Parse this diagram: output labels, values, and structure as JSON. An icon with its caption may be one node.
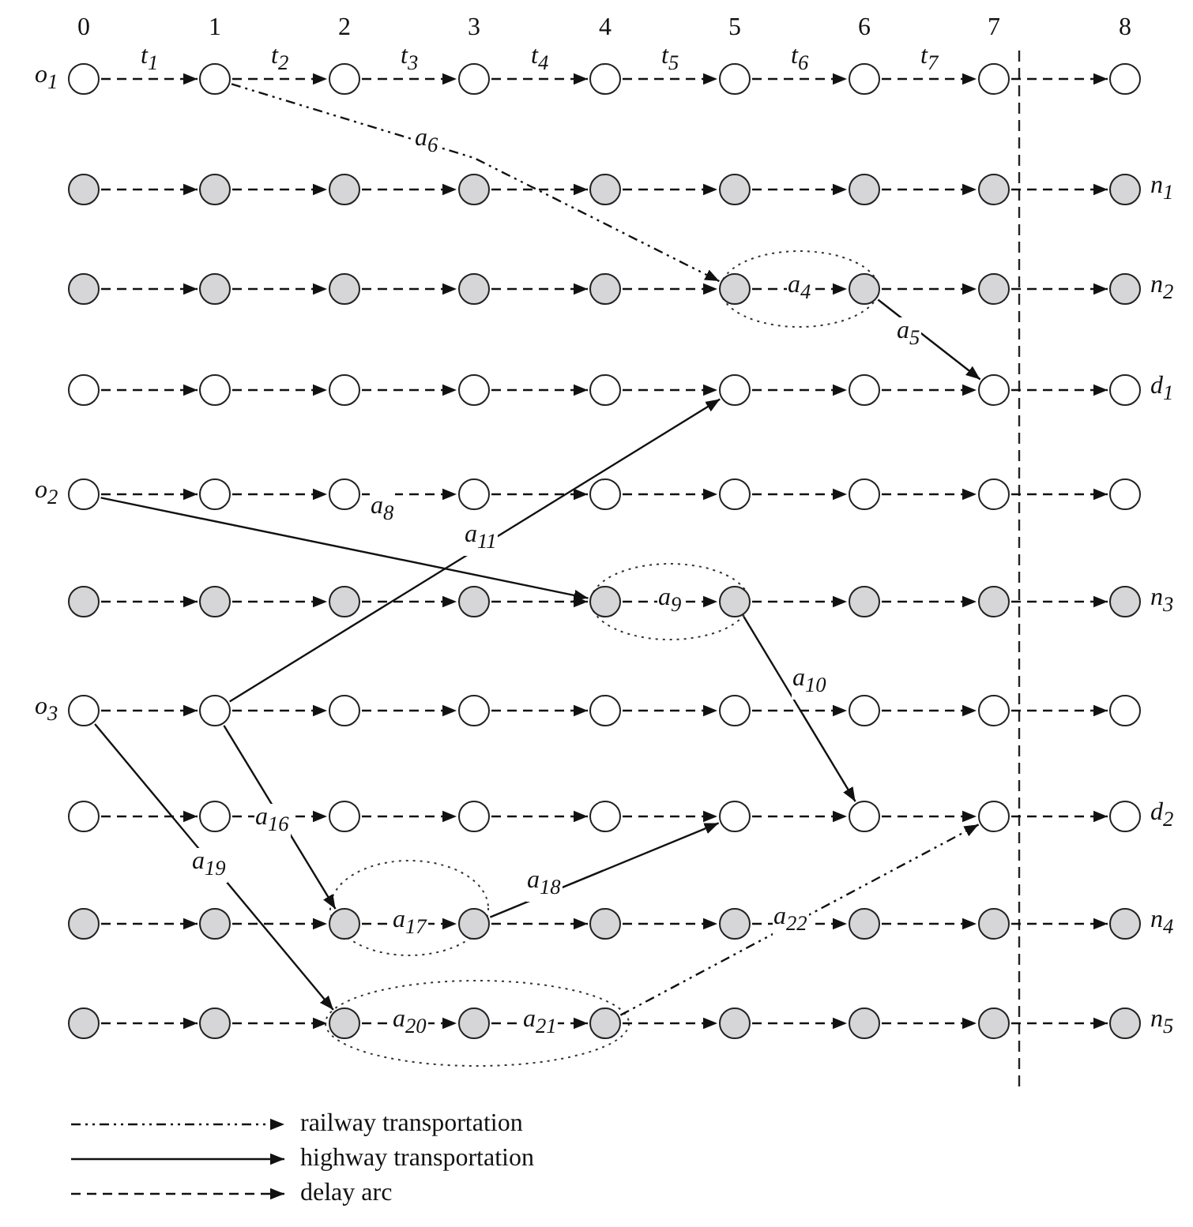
{
  "diagram": {
    "nodes": [
      {
        "text": [],
        "shape": "circle",
        "beside": [
          "o$_{1}$"
        ]
      },
      {
        "text": [],
        "shape": "circle"
      },
      {
        "text": [],
        "shape": "circle"
      },
      {
        "text": [],
        "shape": "circle"
      },
      {
        "text": [],
        "shape": "circle"
      },
      {
        "text": [],
        "shape": "circle"
      },
      {
        "text": [],
        "shape": "circle"
      },
      {
        "text": [],
        "shape": "circle"
      },
      {
        "text": [],
        "shape": "circle"
      },
      {
        "text": [],
        "shape": "circle"
      },
      {
        "text": [],
        "shape": "circle"
      },
      {
        "text": [],
        "shape": "circle"
      },
      {
        "text": [],
        "shape": "circle"
      },
      {
        "text": [],
        "shape": "circle"
      },
      {
        "text": [],
        "shape": "circle"
      },
      {
        "text": [],
        "shape": "circle"
      },
      {
        "text": [],
        "shape": "circle"
      },
      {
        "text": [],
        "shape": "circle",
        "beside": [
          "n$_{1}$"
        ]
      },
      {
        "text": [],
        "shape": "circle"
      },
      {
        "text": [],
        "shape": "circle"
      },
      {
        "text": [],
        "shape": "circle"
      },
      {
        "text": [],
        "shape": "circle"
      },
      {
        "text": [],
        "shape": "circle"
      },
      {
        "text": [],
        "shape": "circle"
      },
      {
        "text": [],
        "shape": "circle"
      },
      {
        "text": [],
        "shape": "circle"
      },
      {
        "text": [],
        "shape": "circle",
        "beside": [
          "n$_{2}$"
        ]
      },
      {
        "text": [],
        "shape": "circle"
      },
      {
        "text": [],
        "shape": "circle"
      },
      {
        "text": [],
        "shape": "circle"
      },
      {
        "text": [],
        "shape": "circle"
      },
      {
        "text": [],
        "shape": "circle"
      },
      {
        "text": [],
        "shape": "circle"
      },
      {
        "text": [],
        "shape": "circle"
      },
      {
        "text": [],
        "shape": "circle"
      },
      {
        "text": [],
        "shape": "circle",
        "beside": [
          "d$_{1}$"
        ]
      },
      {
        "text": [],
        "shape": "circle",
        "beside": [
          "o$_{2}$"
        ]
      },
      {
        "text": [],
        "shape": "circle"
      },
      {
        "text": [],
        "shape": "circle"
      },
      {
        "text": [],
        "shape": "circle"
      },
      {
        "text": [],
        "shape": "circle"
      },
      {
        "text": [],
        "shape": "circle"
      },
      {
        "text": [],
        "shape": "circle"
      },
      {
        "text": [],
        "shape": "circle"
      },
      {
        "text": [],
        "shape": "circle"
      },
      {
        "text": [],
        "shape": "circle"
      },
      {
        "text": [],
        "shape": "circle"
      },
      {
        "text": [],
        "shape": "circle"
      },
      {
        "text": [],
        "shape": "circle"
      },
      {
        "text": [],
        "shape": "circle"
      },
      {
        "text": [],
        "shape": "circle"
      },
      {
        "text": [],
        "shape": "circle"
      },
      {
        "text": [],
        "shape": "circle"
      },
      {
        "text": [],
        "shape": "circle",
        "beside": [
          "n$_{3}$"
        ]
      },
      {
        "text": [],
        "shape": "circle",
        "beside": [
          "o$_{3}$"
        ]
      },
      {
        "text": [],
        "shape": "circle"
      },
      {
        "text": [],
        "shape": "circle"
      },
      {
        "text": [],
        "shape": "circle"
      },
      {
        "text": [],
        "shape": "circle"
      },
      {
        "text": [],
        "shape": "circle"
      },
      {
        "text": [],
        "shape": "circle"
      },
      {
        "text": [],
        "shape": "circle"
      },
      {
        "text": [],
        "shape": "circle"
      },
      {
        "text": [],
        "shape": "circle"
      },
      {
        "text": [],
        "shape": "circle"
      },
      {
        "text": [],
        "shape": "circle"
      },
      {
        "text": [],
        "shape": "circle"
      },
      {
        "text": [],
        "shape": "circle"
      },
      {
        "text": [],
        "shape": "circle"
      },
      {
        "text": [],
        "shape": "circle"
      },
      {
        "text": [],
        "shape": "circle"
      },
      {
        "text": [],
        "shape": "circle",
        "beside": [
          "d$_{2}$"
        ]
      },
      {
        "text": [],
        "shape": "circle"
      },
      {
        "text": [],
        "shape": "circle"
      },
      {
        "text": [],
        "shape": "circle"
      },
      {
        "text": [],
        "shape": "circle"
      },
      {
        "text": [],
        "shape": "circle"
      },
      {
        "text": [],
        "shape": "circle"
      },
      {
        "text": [],
        "shape": "circle"
      },
      {
        "text": [],
        "shape": "circle"
      },
      {
        "text": [],
        "shape": "circle",
        "beside": [
          "n$_{4}$"
        ]
      },
      {
        "text": [],
        "shape": "circle"
      },
      {
        "text": [],
        "shape": "circle"
      },
      {
        "text": [],
        "shape": "circle"
      },
      {
        "text": [],
        "shape": "circle"
      },
      {
        "text": [],
        "shape": "circle"
      },
      {
        "text": [],
        "shape": "circle"
      },
      {
        "text": [],
        "shape": "circle"
      },
      {
        "text": [],
        "shape": "circle"
      },
      {
        "text": [],
        "shape": "circle",
        "beside": [
          "n$_{5}$"
        ]
      }
    ],
    "edges": [
      {
        "from": 0,
        "to": 1,
        "arrow": "to",
        "style": "dashed"
      },
      {
        "from": 1,
        "to": 2,
        "arrow": "to",
        "style": "dashed"
      },
      {
        "from": 2,
        "to": 3,
        "arrow": "to",
        "style": "dashed"
      },
      {
        "from": 3,
        "to": 4,
        "arrow": "to",
        "style": "dashed"
      },
      {
        "from": 4,
        "to": 5,
        "arrow": "to",
        "style": "dashed"
      },
      {
        "from": 5,
        "to": 6,
        "arrow": "to",
        "style": "dashed"
      },
      {
        "from": 6,
        "to": 7,
        "arrow": "to",
        "style": "dashed"
      },
      {
        "from": 7,
        "to": 8,
        "arrow": "to",
        "style": "dashed"
      },
      {
        "from": 9,
        "to": 10,
        "arrow": "to",
        "style": "dashed"
      },
      {
        "from": 10,
        "to": 11,
        "arrow": "to",
        "style": "dashed"
      },
      {
        "from": 11,
        "to": 12,
        "arrow": "to",
        "style": "dashed"
      },
      {
        "from": 12,
        "to": 13,
        "arrow": "to",
        "style": "dashed"
      },
      {
        "from": 13,
        "to": 14,
        "arrow": "to",
        "style": "dashed"
      },
      {
        "from": 14,
        "to": 15,
        "arrow": "to",
        "style": "dashed"
      },
      {
        "from": 15,
        "to": 16,
        "arrow": "to",
        "style": "dashed"
      },
      {
        "from": 16,
        "to": 17,
        "arrow": "to",
        "style": "dashed"
      },
      {
        "from": 18,
        "to": 19,
        "arrow": "to",
        "style": "dashed"
      },
      {
        "from": 19,
        "to": 20,
        "arrow": "to",
        "style": "dashed"
      },
      {
        "from": 20,
        "to": 21,
        "arrow": "to",
        "style": "dashed"
      },
      {
        "from": 21,
        "to": 22,
        "arrow": "to",
        "style": "dashed"
      },
      {
        "from": 22,
        "to": 23,
        "arrow": "to",
        "style": "dashed"
      },
      {
        "from": 23,
        "to": 24,
        "arrow": "to",
        "style": "dashed",
        "label": "a$_{4}$"
      },
      {
        "from": 24,
        "to": 25,
        "arrow": "to",
        "style": "dashed"
      },
      {
        "from": 25,
        "to": 26,
        "arrow": "to",
        "style": "dashed"
      },
      {
        "from": 27,
        "to": 28,
        "arrow": "to",
        "style": "dashed"
      },
      {
        "from": 28,
        "to": 29,
        "arrow": "to",
        "style": "dashed"
      },
      {
        "from": 29,
        "to": 30,
        "arrow": "to",
        "style": "dashed"
      },
      {
        "from": 30,
        "to": 31,
        "arrow": "to",
        "style": "dashed"
      },
      {
        "from": 31,
        "to": 32,
        "arrow": "to",
        "style": "dashed"
      },
      {
        "from": 32,
        "to": 33,
        "arrow": "to",
        "style": "dashed"
      },
      {
        "from": 33,
        "to": 34,
        "arrow": "to",
        "style": "dashed"
      },
      {
        "from": 34,
        "to": 35,
        "arrow": "to",
        "style": "dashed"
      },
      {
        "from": 36,
        "to": 37,
        "arrow": "to",
        "style": "dashed"
      },
      {
        "from": 37,
        "to": 38,
        "arrow": "to",
        "style": "dashed"
      },
      {
        "from": 38,
        "to": 39,
        "arrow": "to",
        "style": "dashed"
      },
      {
        "from": 39,
        "to": 40,
        "arrow": "to",
        "style": "dashed"
      },
      {
        "from": 40,
        "to": 41,
        "arrow": "to",
        "style": "dashed"
      },
      {
        "from": 41,
        "to": 42,
        "arrow": "to",
        "style": "dashed"
      },
      {
        "from": 42,
        "to": 43,
        "arrow": "to",
        "style": "dashed"
      },
      {
        "from": 43,
        "to": 44,
        "arrow": "to",
        "style": "dashed"
      },
      {
        "from": 45,
        "to": 46,
        "arrow": "to",
        "style": "dashed"
      },
      {
        "from": 46,
        "to": 47,
        "arrow": "to",
        "style": "dashed"
      },
      {
        "from": 47,
        "to": 48,
        "arrow": "to",
        "style": "dashed"
      },
      {
        "from": 48,
        "to": 49,
        "arrow": "to",
        "style": "dashed"
      },
      {
        "from": 49,
        "to": 50,
        "arrow": "to",
        "style": "dashed",
        "label": "a$_{9}$"
      },
      {
        "from": 50,
        "to": 51,
        "arrow": "to",
        "style": "dashed"
      },
      {
        "from": 51,
        "to": 52,
        "arrow": "to",
        "style": "dashed"
      },
      {
        "from": 52,
        "to": 53,
        "arrow": "to",
        "style": "dashed"
      },
      {
        "from": 54,
        "to": 55,
        "arrow": "to",
        "style": "dashed"
      },
      {
        "from": 55,
        "to": 56,
        "arrow": "to",
        "style": "dashed"
      },
      {
        "from": 56,
        "to": 57,
        "arrow": "to",
        "style": "dashed"
      },
      {
        "from": 57,
        "to": 58,
        "arrow": "to",
        "style": "dashed"
      },
      {
        "from": 58,
        "to": 59,
        "arrow": "to",
        "style": "dashed"
      },
      {
        "from": 59,
        "to": 60,
        "arrow": "to",
        "style": "dashed"
      },
      {
        "from": 60,
        "to": 61,
        "arrow": "to",
        "style": "dashed"
      },
      {
        "from": 61,
        "to": 62,
        "arrow": "to",
        "style": "dashed"
      },
      {
        "from": 63,
        "to": 64,
        "arrow": "to",
        "style": "dashed"
      },
      {
        "from": 64,
        "to": 65,
        "arrow": "to",
        "style": "dashed"
      },
      {
        "from": 65,
        "to": 66,
        "arrow": "to",
        "style": "dashed"
      },
      {
        "from": 66,
        "to": 67,
        "arrow": "to",
        "style": "dashed"
      },
      {
        "from": 67,
        "to": 68,
        "arrow": "to",
        "style": "dashed"
      },
      {
        "from": 68,
        "to": 69,
        "arrow": "to",
        "style": "dashed"
      },
      {
        "from": 69,
        "to": 70,
        "arrow": "to",
        "style": "dashed"
      },
      {
        "from": 70,
        "to": 71,
        "arrow": "to",
        "style": "dashed"
      },
      {
        "from": 72,
        "to": 73,
        "arrow": "to",
        "style": "dashed"
      },
      {
        "from": 73,
        "to": 74,
        "arrow": "to",
        "style": "dashed"
      },
      {
        "from": 74,
        "to": 75,
        "arrow": "to",
        "style": "dashed",
        "label": "a$_{17}$"
      },
      {
        "from": 75,
        "to": 76,
        "arrow": "to",
        "style": "dashed"
      },
      {
        "from": 76,
        "to": 77,
        "arrow": "to",
        "style": "dashed"
      },
      {
        "from": 77,
        "to": 78,
        "arrow": "to",
        "style": "dashed"
      },
      {
        "from": 78,
        "to": 79,
        "arrow": "to",
        "style": "dashed"
      },
      {
        "from": 79,
        "to": 80,
        "arrow": "to",
        "style": "dashed"
      },
      {
        "from": 81,
        "to": 82,
        "arrow": "to",
        "style": "dashed"
      },
      {
        "from": 82,
        "to": 83,
        "arrow": "to",
        "style": "dashed"
      },
      {
        "from": 83,
        "to": 84,
        "arrow": "to",
        "style": "dashed",
        "label": "a$_{20}$"
      },
      {
        "from": 84,
        "to": 85,
        "arrow": "to",
        "style": "dashed",
        "label": "a$_{21}$"
      },
      {
        "from": 85,
        "to": 86,
        "arrow": "to",
        "style": "dashed"
      },
      {
        "from": 86,
        "to": 87,
        "arrow": "to",
        "style": "dashed"
      },
      {
        "from": 87,
        "to": 88,
        "arrow": "to",
        "style": "dashed"
      },
      {
        "from": 88,
        "to": 89,
        "arrow": "to",
        "style": "dashed"
      },
      {
        "from": 1,
        "to": 23,
        "arrow": "to",
        "style": "dashed",
        "label": "a$_{6}$"
      },
      {
        "from": 24,
        "to": 34,
        "arrow": "to",
        "label": "a$_{5}$"
      },
      {
        "from": 36,
        "to": 49,
        "arrow": "to",
        "label": "a$_{8}$"
      },
      {
        "from": 55,
        "to": 32,
        "arrow": "to",
        "label": "a$_{11}$"
      },
      {
        "from": 50,
        "to": 69,
        "arrow": "to",
        "label": "a$_{10}$"
      },
      {
        "from": 55,
        "to": 74,
        "arrow": "to",
        "label": "a$_{16}$"
      },
      {
        "from": 75,
        "to": 68,
        "arrow": "to",
        "label": "a$_{18}$"
      },
      {
        "from": 54,
        "to": 83,
        "arrow": "to",
        "label": "a$_{19}$"
      },
      {
        "from": 85,
        "to": 70,
        "arrow": "to",
        "style": "dashed",
        "label": "a$_{22}$"
      }
    ],
    "labels": [
      "0",
      "1",
      "2",
      "3",
      "4",
      "5",
      "6",
      "7",
      "8",
      "t$_{1}$",
      "t$_{2}$",
      "t$_{3}$",
      "t$_{4}$",
      "t$_{5}$",
      "t$_{6}$",
      "t$_{7}$"
    ],
    "legend": [
      {
        "text": "railway transportation"
      },
      {
        "text": "highway transportation"
      },
      {
        "text": "delay arc"
      }
    ]
  }
}
